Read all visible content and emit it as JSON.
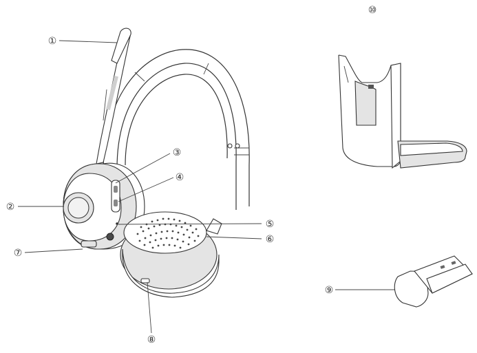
{
  "callouts": [
    {
      "id": "c1",
      "label": "①"
    },
    {
      "id": "c2",
      "label": "②"
    },
    {
      "id": "c3",
      "label": "③"
    },
    {
      "id": "c4",
      "label": "④"
    },
    {
      "id": "c5",
      "label": "⑤"
    },
    {
      "id": "c6",
      "label": "⑥"
    },
    {
      "id": "c7",
      "label": "⑦"
    },
    {
      "id": "c8",
      "label": "⑧"
    },
    {
      "id": "c9",
      "label": "⑨"
    },
    {
      "id": "c10",
      "label": "⑩"
    }
  ],
  "parts": {
    "headset": "headset-illustration",
    "stand": "charging-stand-illustration",
    "dongle": "usb-dongle-illustration"
  }
}
